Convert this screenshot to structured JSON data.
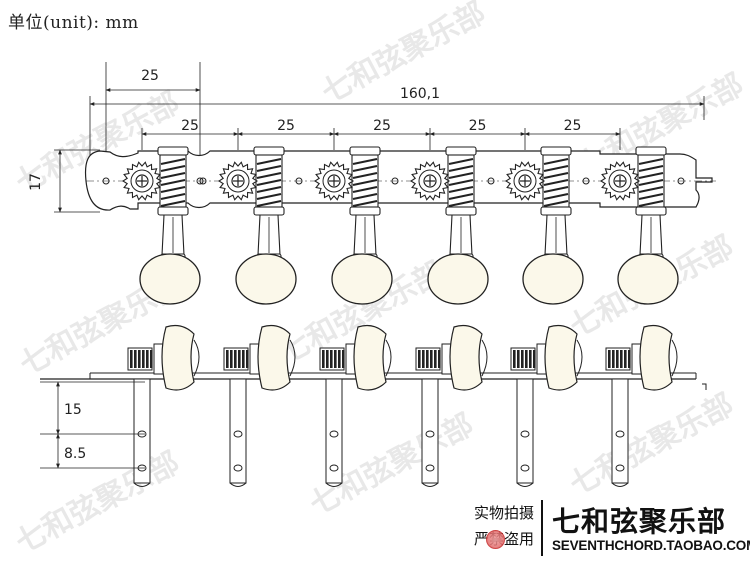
{
  "title": "单位(unit): mm",
  "dimensions": {
    "overall_length": "160,1",
    "first_offset": "25",
    "spacings": [
      "25",
      "25",
      "25",
      "25",
      "25"
    ],
    "plate_height": "17",
    "post_spacing_1": "15",
    "post_spacing_2": "8.5"
  },
  "watermark_text": "七和弦聚乐部",
  "footer": {
    "notice_line1": "实物拍摄",
    "notice_line2": "严禁盗用",
    "brand_name": "七和弦聚乐部",
    "brand_url": "SEVENTHCHORD.TAOBAO.COM"
  },
  "colors": {
    "line": "#222222",
    "button_fill": "#fbf8ea",
    "seal": "#c62828"
  }
}
